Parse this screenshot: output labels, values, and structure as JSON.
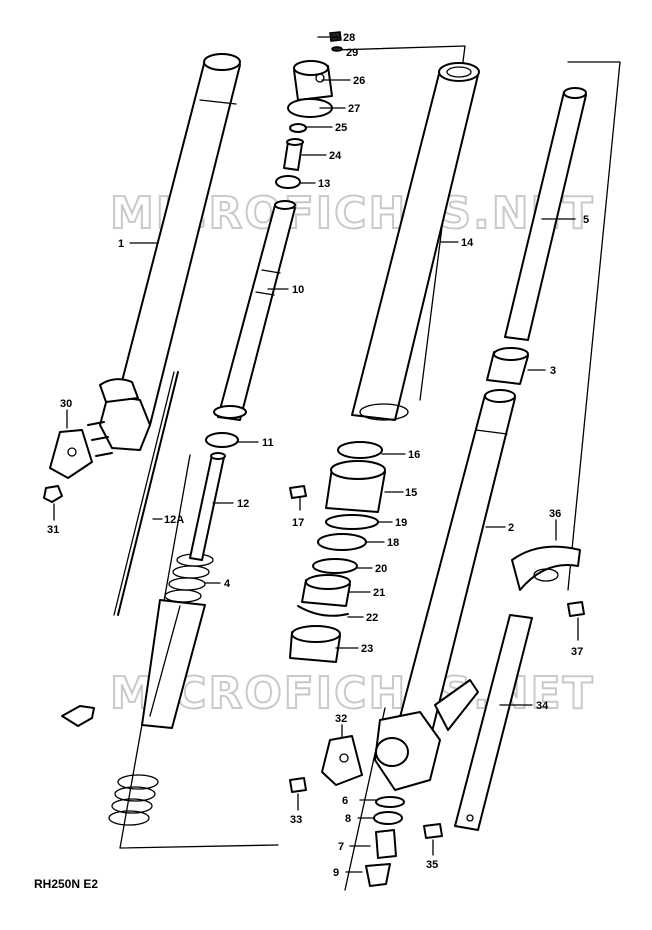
{
  "diagram": {
    "code": "RH250N E2",
    "watermark": "MICROFICHES.NET",
    "parts": [
      {
        "id": "p1",
        "label": "1"
      },
      {
        "id": "p2",
        "label": "2"
      },
      {
        "id": "p3",
        "label": "3"
      },
      {
        "id": "p4",
        "label": "4"
      },
      {
        "id": "p5",
        "label": "5"
      },
      {
        "id": "p6",
        "label": "6"
      },
      {
        "id": "p7",
        "label": "7"
      },
      {
        "id": "p8",
        "label": "8"
      },
      {
        "id": "p9",
        "label": "9"
      },
      {
        "id": "p10",
        "label": "10"
      },
      {
        "id": "p11",
        "label": "11"
      },
      {
        "id": "p12",
        "label": "12"
      },
      {
        "id": "p12a",
        "label": "12A"
      },
      {
        "id": "p13",
        "label": "13"
      },
      {
        "id": "p14",
        "label": "14"
      },
      {
        "id": "p15",
        "label": "15"
      },
      {
        "id": "p16",
        "label": "16"
      },
      {
        "id": "p17",
        "label": "17"
      },
      {
        "id": "p18",
        "label": "18"
      },
      {
        "id": "p19",
        "label": "19"
      },
      {
        "id": "p20",
        "label": "20"
      },
      {
        "id": "p21",
        "label": "21"
      },
      {
        "id": "p22",
        "label": "22"
      },
      {
        "id": "p23",
        "label": "23"
      },
      {
        "id": "p24",
        "label": "24"
      },
      {
        "id": "p25",
        "label": "25"
      },
      {
        "id": "p26",
        "label": "26"
      },
      {
        "id": "p27",
        "label": "27"
      },
      {
        "id": "p28",
        "label": "28"
      },
      {
        "id": "p29",
        "label": "29"
      },
      {
        "id": "p30",
        "label": "30"
      },
      {
        "id": "p31",
        "label": "31"
      },
      {
        "id": "p32",
        "label": "32"
      },
      {
        "id": "p33",
        "label": "33"
      },
      {
        "id": "p34",
        "label": "34"
      },
      {
        "id": "p35",
        "label": "35"
      },
      {
        "id": "p36",
        "label": "36"
      },
      {
        "id": "p37",
        "label": "37"
      }
    ]
  }
}
